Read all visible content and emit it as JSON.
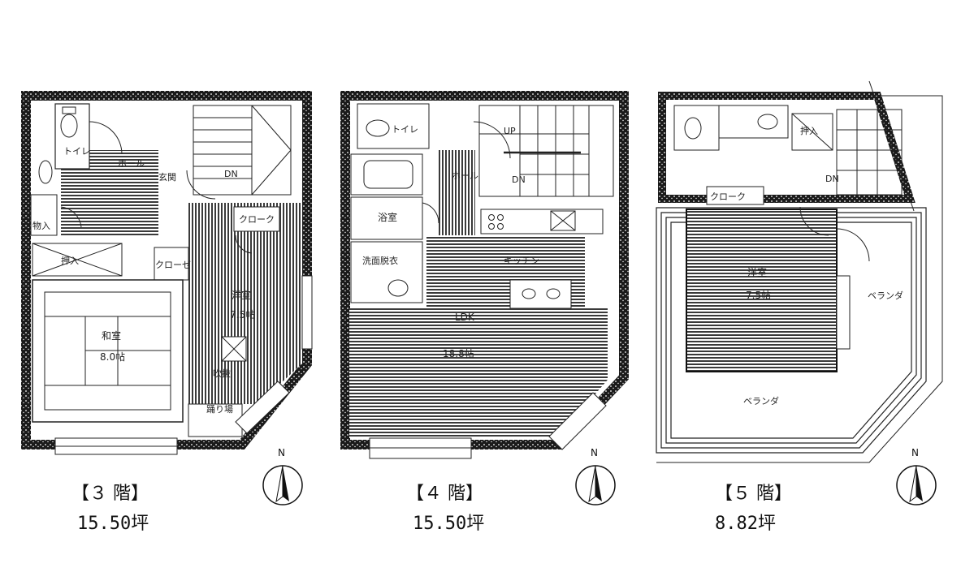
{
  "floors": [
    {
      "label": "【３ 階】",
      "area": "15.50坪",
      "rooms": {
        "toilet": "トイレ",
        "hall": "ホール",
        "entrance": "玄関",
        "storage": "物入",
        "closet_a": "クローク",
        "closet_b": "クローゼ",
        "oshiire": "押入",
        "washitsu": "和室",
        "washitsu_size": "8.0帖",
        "yoshitsu": "洋室",
        "yoshitsu_size": "7.5帖",
        "fukinuke": "吹抜",
        "odoriba": "踊り場",
        "dn": "DN"
      }
    },
    {
      "label": "【４ 階】",
      "area": "15.50坪",
      "rooms": {
        "toilet": "トイレ",
        "yokushitsu": "浴室",
        "datsuijo": "洗面脱衣",
        "hall": "ホール",
        "kitchen": "キッチン",
        "ldk": "LDK",
        "ldk_size": "18.8帖",
        "up": "UP",
        "dn": "DN"
      }
    },
    {
      "label": "【５ 階】",
      "area": "8.82坪",
      "rooms": {
        "oshiire": "押入",
        "closet": "クローク",
        "yoshitsu": "洋室",
        "yoshitsu_size": "7.5帖",
        "veranda_a": "ベランダ",
        "veranda_b": "ベランダ",
        "dn": "DN"
      }
    }
  ],
  "north_label": "N"
}
